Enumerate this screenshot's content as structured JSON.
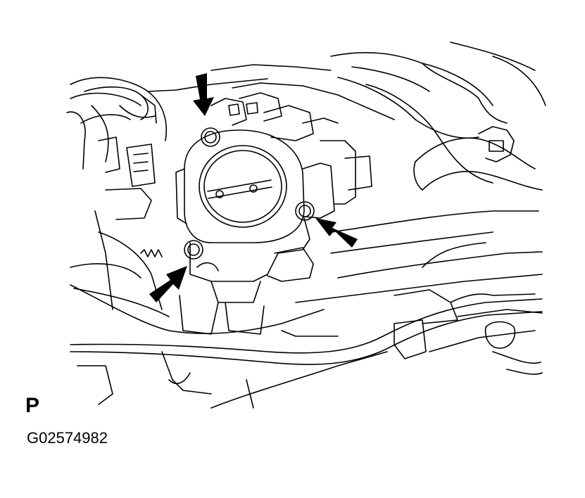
{
  "illustration": {
    "subject": "throttle-body-mounting-bolts",
    "line_color": "#000000",
    "background_color": "#ffffff",
    "callout_arrows": [
      {
        "icon": "arrow-down-icon",
        "target": "upper-bolt"
      },
      {
        "icon": "arrow-up-left-icon",
        "target": "right-bolt"
      },
      {
        "icon": "arrow-up-right-icon",
        "target": "lower-bolt"
      }
    ]
  },
  "labels": {
    "view_marker": "P",
    "figure_id": "G02574982"
  }
}
